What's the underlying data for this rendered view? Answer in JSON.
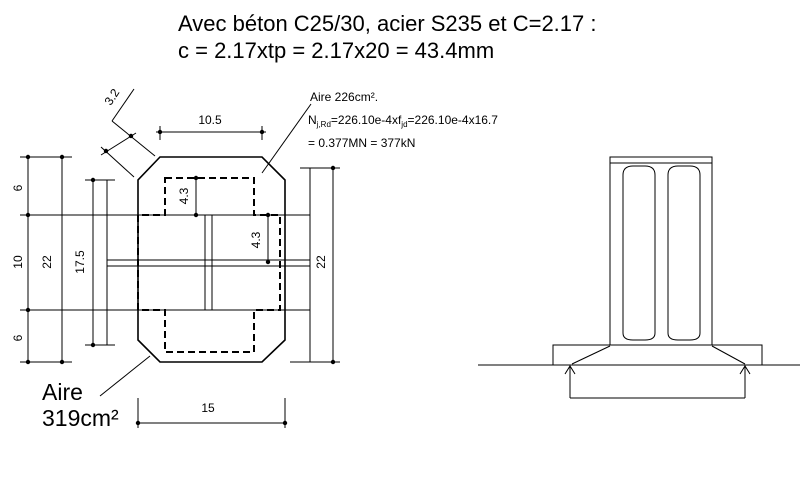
{
  "title": {
    "line1": "Avec béton C25/30, acier S235 et C=2.17 :",
    "line2": "c = 2.17xtp = 2.17x20 = 43.4mm"
  },
  "plan_view": {
    "dimensions": {
      "chamfer": "3.2",
      "top_width": "10.5",
      "left_top": "6",
      "left_middle": "10",
      "left_bottom": "6",
      "left_total": "22",
      "inner_height": "17.5",
      "offset_top": "4.3",
      "offset_side": "4.3",
      "right_total": "22",
      "bottom_width": "15"
    },
    "effective_area": {
      "label": "Aire 226cm².",
      "resistance": {
        "symbol": "N",
        "symbol_sub": "j,Rd",
        "expr_a": "=226.10e-4xf",
        "expr_a_sub": "jd",
        "expr_b": "=226.10e-4x16.7"
      },
      "result": "= 0.377MN = 377kN"
    },
    "plate_area": {
      "label": "Aire",
      "value": "319cm²"
    }
  },
  "colors": {
    "ink": "#000000",
    "background": "#ffffff"
  }
}
